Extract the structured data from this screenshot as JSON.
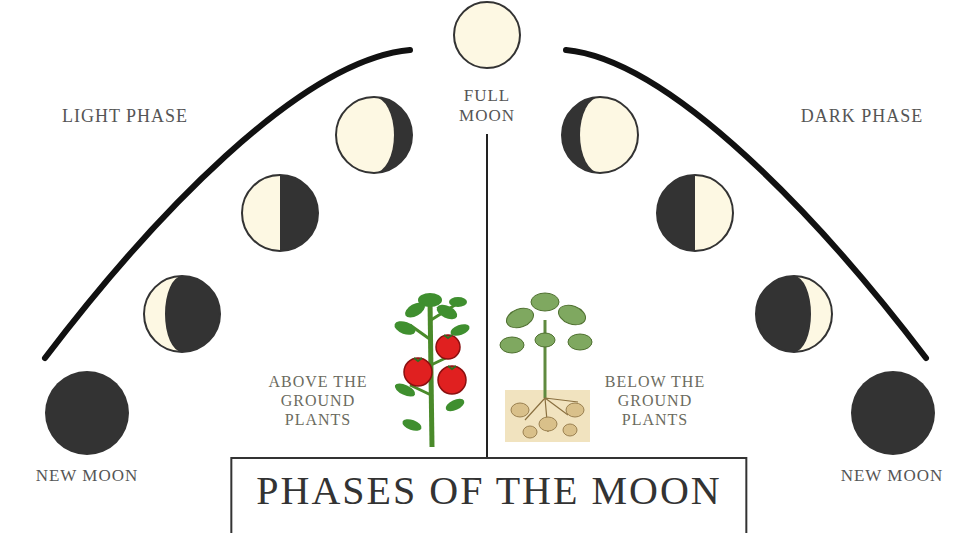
{
  "diagram": {
    "title": "PHASES OF THE MOON",
    "labels": [
      "LIGHT PHASE",
      "FULL MOON",
      "DARK PHASE",
      "ABOVE THE GROUND PLANTS",
      "BELOW THE GROUND PLANTS",
      "NEW MOON",
      "NEW MOON"
    ]
  }
}
